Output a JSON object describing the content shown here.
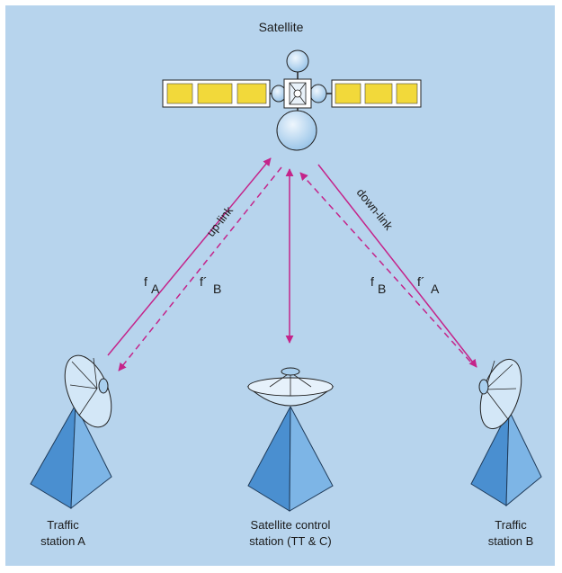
{
  "title": "Satellite",
  "links": {
    "uplink": "up-link",
    "downlink": "down-link"
  },
  "freqs": {
    "fA_base": "f",
    "fA_sub": "A",
    "fB_prime_base": "f´",
    "fB_prime_sub": "B",
    "fB_base": "f",
    "fB_sub": "B",
    "fA_prime_base": "f´",
    "fA_prime_sub": "A"
  },
  "stations": {
    "a_line1": "Traffic",
    "a_line2": "station A",
    "control_line1": "Satellite control",
    "control_line2": "station (TT & C)",
    "b_line1": "Traffic",
    "b_line2": "station B"
  },
  "colors": {
    "background": "#b7d4ed",
    "link_arrow": "#c4248a",
    "solar_panel": "#f2d93a",
    "body_blue": "#6aa7dc",
    "dish_light": "#d3e7f7"
  }
}
